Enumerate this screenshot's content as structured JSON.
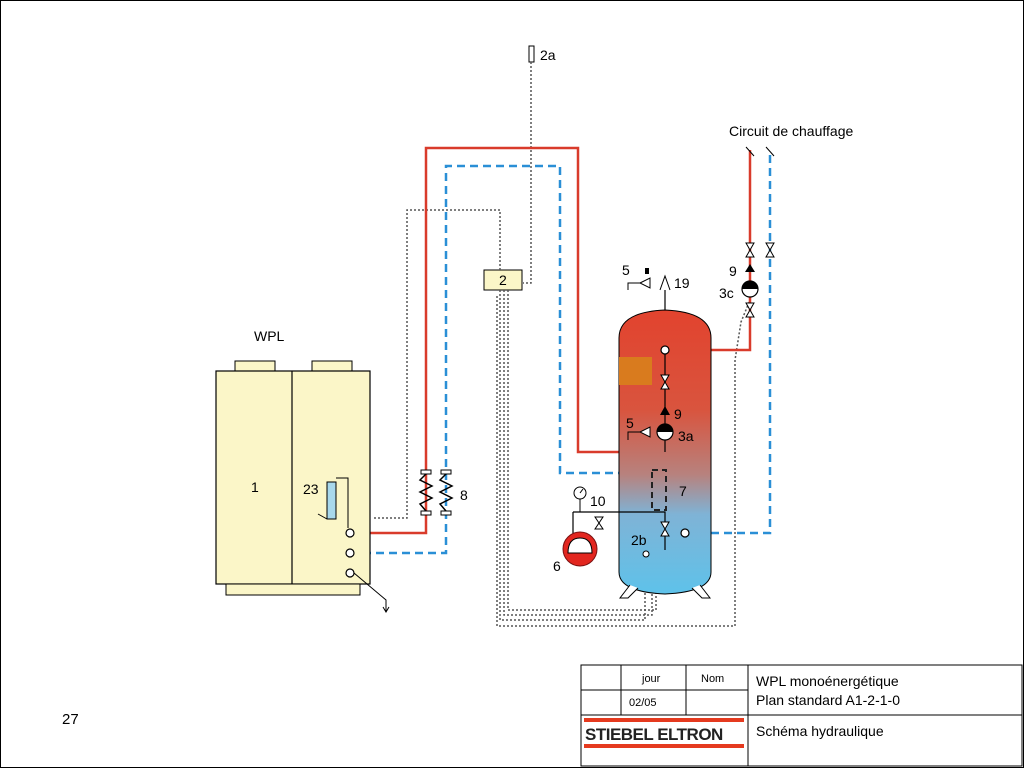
{
  "labels": {
    "sensor_2a": "2a",
    "heating_circuit": "Circuit de chauffage",
    "controller": "2",
    "item_5_top": "5",
    "item_19": "19",
    "item_9_right": "9",
    "item_3c": "3c",
    "heat_pump": "WPL",
    "unit_1": "1",
    "item_23": "23",
    "item_8": "8",
    "item_9_tank": "9",
    "item_5_tank": "5",
    "item_3a": "3a",
    "item_7": "7",
    "item_10": "10",
    "item_2b": "2b",
    "item_6": "6"
  },
  "title_block": {
    "col_day": "jour",
    "col_name": "Nom",
    "date": "02/05",
    "title_line1": "WPL monoénergétique",
    "title_line2": "Plan standard   A1-2-1-0",
    "subtitle": "Schéma hydraulique",
    "brand": "STIEBEL ELTRON"
  },
  "page_number": "27",
  "colors": {
    "flow_line": "#d93b2b",
    "return_line": "#2a8fd6",
    "unit_fill": "#fbf6c8",
    "tank_top": "#e14b35",
    "tank_bottom": "#5cbfe6"
  }
}
